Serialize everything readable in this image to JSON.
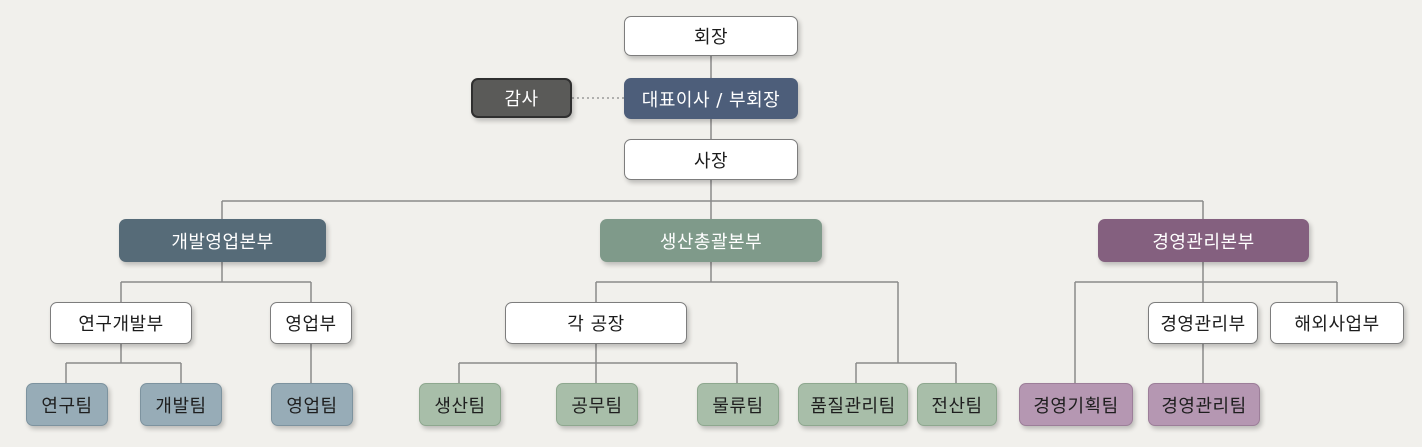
{
  "org": {
    "chairman": "회장",
    "ceo": "대표이사 / 부회장",
    "auditor": "감사",
    "president": "사장",
    "divisions": {
      "dev_sales": "개발영업본부",
      "production": "생산총괄본부",
      "management": "경영관리본부"
    },
    "departments": {
      "rnd": "연구개발부",
      "sales": "영업부",
      "factories": "각 공장",
      "mgmt": "경영관리부",
      "overseas": "해외사업부"
    },
    "teams": {
      "research": "연구팀",
      "development": "개발팀",
      "sales": "영업팀",
      "production": "생산팀",
      "engineering": "공무팀",
      "logistics": "물류팀",
      "quality": "품질관리팀",
      "it": "전산팀",
      "planning": "경영기획팀",
      "management": "경영관리팀"
    }
  },
  "colors": {
    "executive": "#4d5e7a",
    "auditor": "#5a5a58",
    "dev_sales": "#566b78",
    "production": "#7f9a8a",
    "management": "#84607f",
    "dev_sales_team": "#97acb7",
    "production_team": "#a8bea9",
    "management_team": "#b597b2"
  }
}
